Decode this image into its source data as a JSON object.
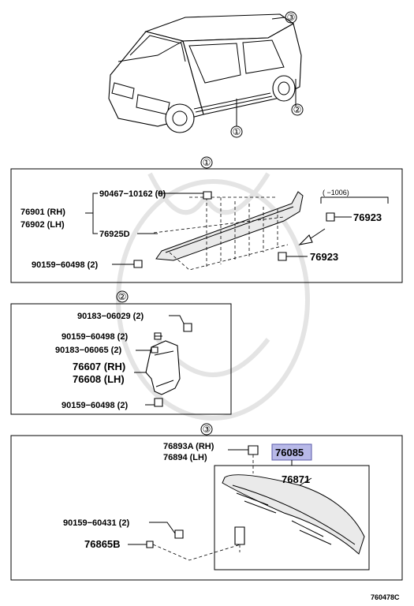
{
  "diagram_code": "760478C",
  "callouts": {
    "c1": "①",
    "c2": "②",
    "c3": "③"
  },
  "section1": {
    "title": "①",
    "labels": {
      "p90467": "90467−10162 (8)",
      "p76901": "76901 (RH)",
      "p76902": "76902 (LH)",
      "p76925": "76925D",
      "p90159": "90159−60498 (2)",
      "p76923a": "76923",
      "p76923b": "76923",
      "note": "(     −1006)"
    }
  },
  "section2": {
    "title": "②",
    "labels": {
      "p90183a": "90183−06029 (2)",
      "p90159a": "90159−60498 (2)",
      "p90183b": "90183−06065 (2)",
      "p76607": "76607 (RH)",
      "p76608": "76608 (LH)",
      "p90159b": "90159−60498 (2)"
    }
  },
  "section3": {
    "title": "③",
    "labels": {
      "p76893": "76893A (RH)",
      "p76894": "76894 (LH)",
      "p76085": "76085",
      "p76871": "76871",
      "p90159": "90159−60431 (2)",
      "p76865": "76865B"
    }
  },
  "colors": {
    "highlight": "#b8b9e8",
    "line": "#000000",
    "watermark": "#e4e4e4"
  }
}
